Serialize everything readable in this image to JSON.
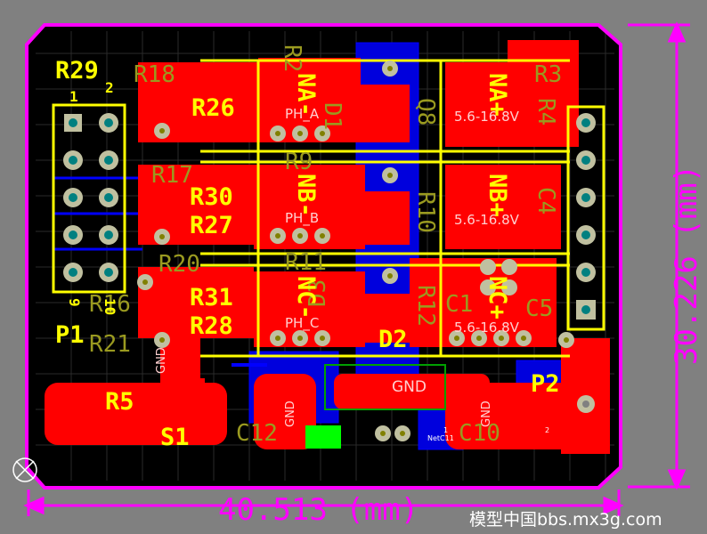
{
  "board": {
    "colors": {
      "background": "#808080",
      "board": "#000000",
      "outline": "#ff00ff",
      "top_copper": "#ff0000",
      "bottom_copper": "#0000ff",
      "silk_top": "#ffff00",
      "silk_bottom": "#808000",
      "pad": "#c0c0a0",
      "via": "#808000",
      "select": "#00ff00"
    },
    "connectors": {
      "p1": {
        "label": "P1",
        "pin_top_left": "1",
        "pin_top_right": "2",
        "pin_bottom_left": "9",
        "pin_bottom_right": "10"
      },
      "p2": {
        "label": "P2"
      },
      "s1": {
        "label": "S1"
      }
    },
    "top_silk_labels": {
      "r29": "R29",
      "r26": "R26",
      "r30": "R30",
      "r27": "R27",
      "r31": "R31",
      "r28": "R28",
      "r5": "R5",
      "d2": "D2",
      "na_minus": "NA-",
      "nb_minus": "NB-",
      "nc_minus": "NC-",
      "na_plus": "NA+",
      "nb_plus": "NB+",
      "nc_plus": "NC+"
    },
    "bottom_silk_labels": {
      "r18": "R18",
      "r17": "R17",
      "r16": "R16",
      "r20": "R20",
      "r21": "R21",
      "r2": "R2",
      "r9": "R9",
      "r11": "R11",
      "r3": "R3",
      "r4": "R4",
      "r10": "R10",
      "r12": "R12",
      "c12": "C12",
      "c10": "C10",
      "c4": "C4",
      "c5": "C5",
      "c1": "C1",
      "d1": "D1",
      "d3": "D3",
      "q8": "Q8"
    },
    "copper_text": {
      "ph_a": "PH_A",
      "ph_b": "PH_B",
      "ph_c": "PH_C",
      "volt_a": "5.6-16.8V",
      "volt_b": "5.6-16.8V",
      "volt_c": "5.6-16.8V",
      "gnd": "GND",
      "netc11": "NetC11",
      "pad_gnd_1": "GND",
      "pad_gnd_2": "GND",
      "pad_gnd_3": "GND",
      "pad_num_1": "1",
      "pad_num_2": "2"
    },
    "dimensions": {
      "width_label": "40.513 (mm)",
      "height_label": "30.226 (mm)"
    },
    "watermark": "模型中国bbs.mx3g.com"
  }
}
